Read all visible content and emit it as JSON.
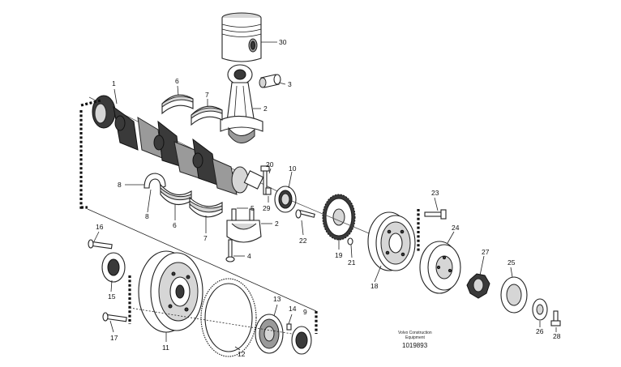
{
  "callouts": [
    "1",
    "2",
    "3",
    "4",
    "5",
    "6",
    "7",
    "8",
    "10",
    "11",
    "12",
    "13",
    "14",
    "15",
    "16",
    "17",
    "18",
    "19",
    "20",
    "21",
    "22",
    "23",
    "24",
    "25",
    "26",
    "27",
    "28",
    "29",
    "30"
  ],
  "labels": {
    "l30": "30",
    "l3": "3",
    "l2a": "2",
    "l1": "1",
    "l6a": "6",
    "l7a": "7",
    "l8a": "8",
    "l8b": "8",
    "l6b": "6",
    "l7b": "7",
    "l5": "5",
    "l2b": "2",
    "l4": "4",
    "l20": "20",
    "l29": "29",
    "l10": "10",
    "l22": "22",
    "l19": "19",
    "l21": "21",
    "l23": "23",
    "l18": "18",
    "l24": "24",
    "l27": "27",
    "l25": "25",
    "l26": "26",
    "l28": "28",
    "l16": "16",
    "l15": "15",
    "l17": "17",
    "l11": "11",
    "l12": "12",
    "l13": "13",
    "l14": "14",
    "l9": "9"
  },
  "footer": {
    "brand_line1": "Volvo Construction",
    "brand_line2": "Equipment",
    "reference": "1019893"
  }
}
